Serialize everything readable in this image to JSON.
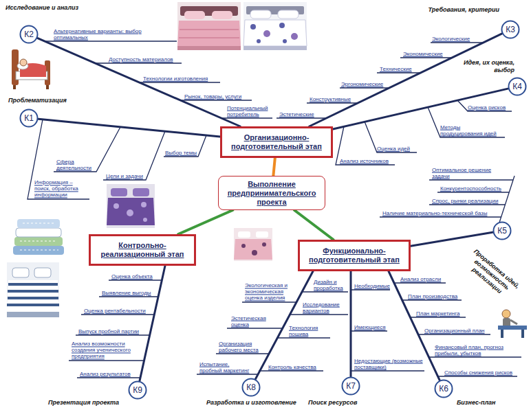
{
  "diagram": {
    "nodes": [
      {
        "text": [
          "К2"
        ]
      },
      {
        "text": [
          "К3"
        ]
      },
      {
        "text": [
          "К4"
        ]
      },
      {
        "text": [
          "К1"
        ]
      },
      {
        "text": [
          "Организационно-подготовительный этап"
        ]
      },
      {
        "text": [
          "Выполнение предпринимательского проекта"
        ]
      },
      {
        "text": [
          "К5"
        ]
      },
      {
        "text": [
          "Контрольно-реализационный этап"
        ]
      },
      {
        "text": [
          "Функционально-подготовительный этап"
        ]
      },
      {
        "text": [
          "К9"
        ]
      },
      {
        "text": [
          "К8"
        ]
      },
      {
        "text": [
          "К7"
        ]
      },
      {
        "text": [
          "К6"
        ]
      }
    ],
    "edges": [
      {
        "from": 5,
        "to": 4,
        "arrow": "none"
      },
      {
        "from": 5,
        "to": 7,
        "arrow": "none"
      },
      {
        "from": 5,
        "to": 8,
        "arrow": "none"
      },
      {
        "from": 3,
        "to": 4,
        "arrow": "none"
      },
      {
        "from": 0,
        "to": 4,
        "arrow": "none"
      },
      {
        "from": 1,
        "to": 4,
        "arrow": "none"
      },
      {
        "from": 2,
        "to": 4,
        "arrow": "none"
      },
      {
        "from": 6,
        "to": 8,
        "arrow": "none"
      },
      {
        "from": 12,
        "to": 8,
        "arrow": "none"
      },
      {
        "from": 11,
        "to": 8,
        "arrow": "none"
      },
      {
        "from": 10,
        "to": 8,
        "arrow": "none"
      },
      {
        "from": 9,
        "to": 7,
        "arrow": "none"
      }
    ],
    "labels": [
      "Исследование и анализ",
      "Альтернативные варианты: выбор оптимальных",
      "Доступность материалов",
      "Технологии изготовления",
      "Рынок, товары, услуги",
      "Потенциальный потребитель",
      "Требования, критерии",
      "Экологические",
      "Экономические",
      "Технические",
      "Эргономические",
      "Конструктивные",
      "Эстетические",
      "Идея, их оценка, выбор",
      "Оценка рисков",
      "Методы продуцирования идей",
      "Оценка идей",
      "Анализ источников",
      "Проблематизация",
      "Сфера деятельности",
      "Информация – поиск, обработка информации",
      "Цели и задачи",
      "Выбор темы",
      "Оптимальное решение задачи",
      "Конкурентоспособность",
      "Спрос, рынки реализации",
      "Наличие материально-технической базы",
      "Проработка идей, возможность реализации",
      "Оценка объекта",
      "Выявление выгоды",
      "Оценка рентабельности",
      "Выпуск пробной партии",
      "Анализ возможности создания ученического предприятия",
      "Анализ результатов",
      "Экологическая и экономическая оценка изделия",
      "Дизайн и проработка",
      "Исследование вариантов",
      "Эстетическая оценка",
      "Технология пошива",
      "Организация рабочего места",
      "Испытание, пробный маркетинг",
      "Контроль качества",
      "Необходимые",
      "Имеющиеся",
      "Недостающие (возможные поставщики)",
      "Анализ отрасли",
      "План производства",
      "План маркетинга",
      "Организационный план",
      "Финансовый план, прогноз прибыли, убытков",
      "Способы снижения рисков",
      "Презентация проекта",
      "Разработка и изготовление",
      "Поиск ресурсов",
      "Бизнес-план"
    ]
  }
}
